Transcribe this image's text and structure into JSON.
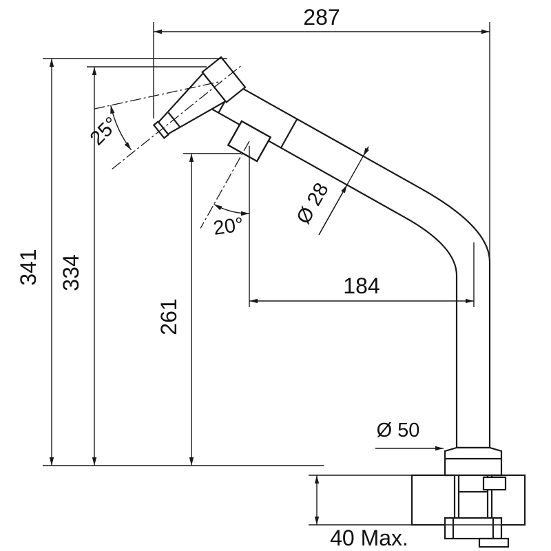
{
  "drawing": {
    "title": "Faucet dimensional drawing",
    "subject": "pull-out kitchen tap, side view with installation cross-section",
    "units": "mm",
    "line_color": "#1a1a1a",
    "background_color": "#ffffff",
    "labels": {
      "overall_width": "287",
      "overall_height": "341",
      "spout_height": "334",
      "handle_height": "261",
      "spout_reach": "184",
      "spout_tube_diameter": "Ø 28",
      "spray_head_angle": "25°",
      "handle_angle": "20°",
      "base_diameter": "Ø 50",
      "max_deck_thickness": "40 Max."
    }
  }
}
